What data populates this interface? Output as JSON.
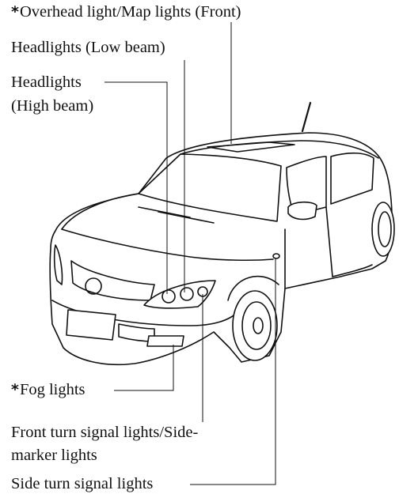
{
  "diagram": {
    "colors": {
      "ink": "#111111",
      "background": "#ffffff"
    },
    "labels": {
      "overhead": {
        "marker": "*",
        "text": "Overhead light/Map lights (Front)"
      },
      "low_beam": {
        "text": "Headlights (Low beam)"
      },
      "high_beam": {
        "line1": "Headlights",
        "line2": "(High beam)"
      },
      "fog": {
        "marker": "*",
        "text": "Fog lights"
      },
      "front_turn": {
        "line1": "Front turn signal lights/Side-",
        "line2": "marker lights"
      },
      "side_turn": {
        "text": "Side turn signal lights"
      }
    }
  }
}
